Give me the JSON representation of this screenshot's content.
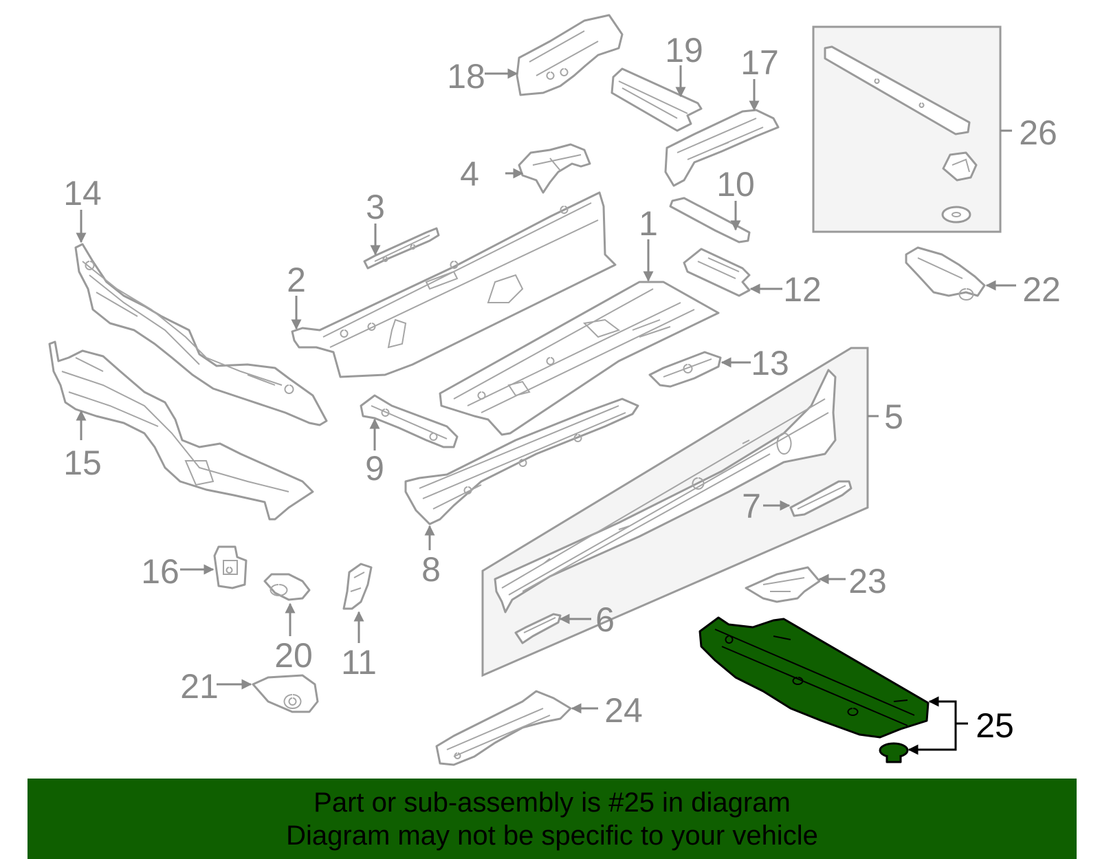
{
  "callouts": {
    "c1": "1",
    "c2": "2",
    "c3": "3",
    "c4": "4",
    "c5": "5",
    "c6": "6",
    "c7": "7",
    "c8": "8",
    "c9": "9",
    "c10": "10",
    "c11": "11",
    "c12": "12",
    "c13": "13",
    "c14": "14",
    "c15": "15",
    "c16": "16",
    "c17": "17",
    "c18": "18",
    "c19": "19",
    "c20": "20",
    "c21": "21",
    "c22": "22",
    "c23": "23",
    "c24": "24",
    "c25": "25",
    "c26": "26"
  },
  "highlighted_part": "25",
  "colors": {
    "highlight": "#0f5f00",
    "line": "#9a9a9a",
    "callout_text": "#8a8a8a",
    "banner_background": "#0f5f00",
    "banner_text": "#000000"
  },
  "banner": {
    "line1": "Part or sub-assembly is #25 in diagram",
    "line2": "Diagram may not be specific to your vehicle"
  }
}
